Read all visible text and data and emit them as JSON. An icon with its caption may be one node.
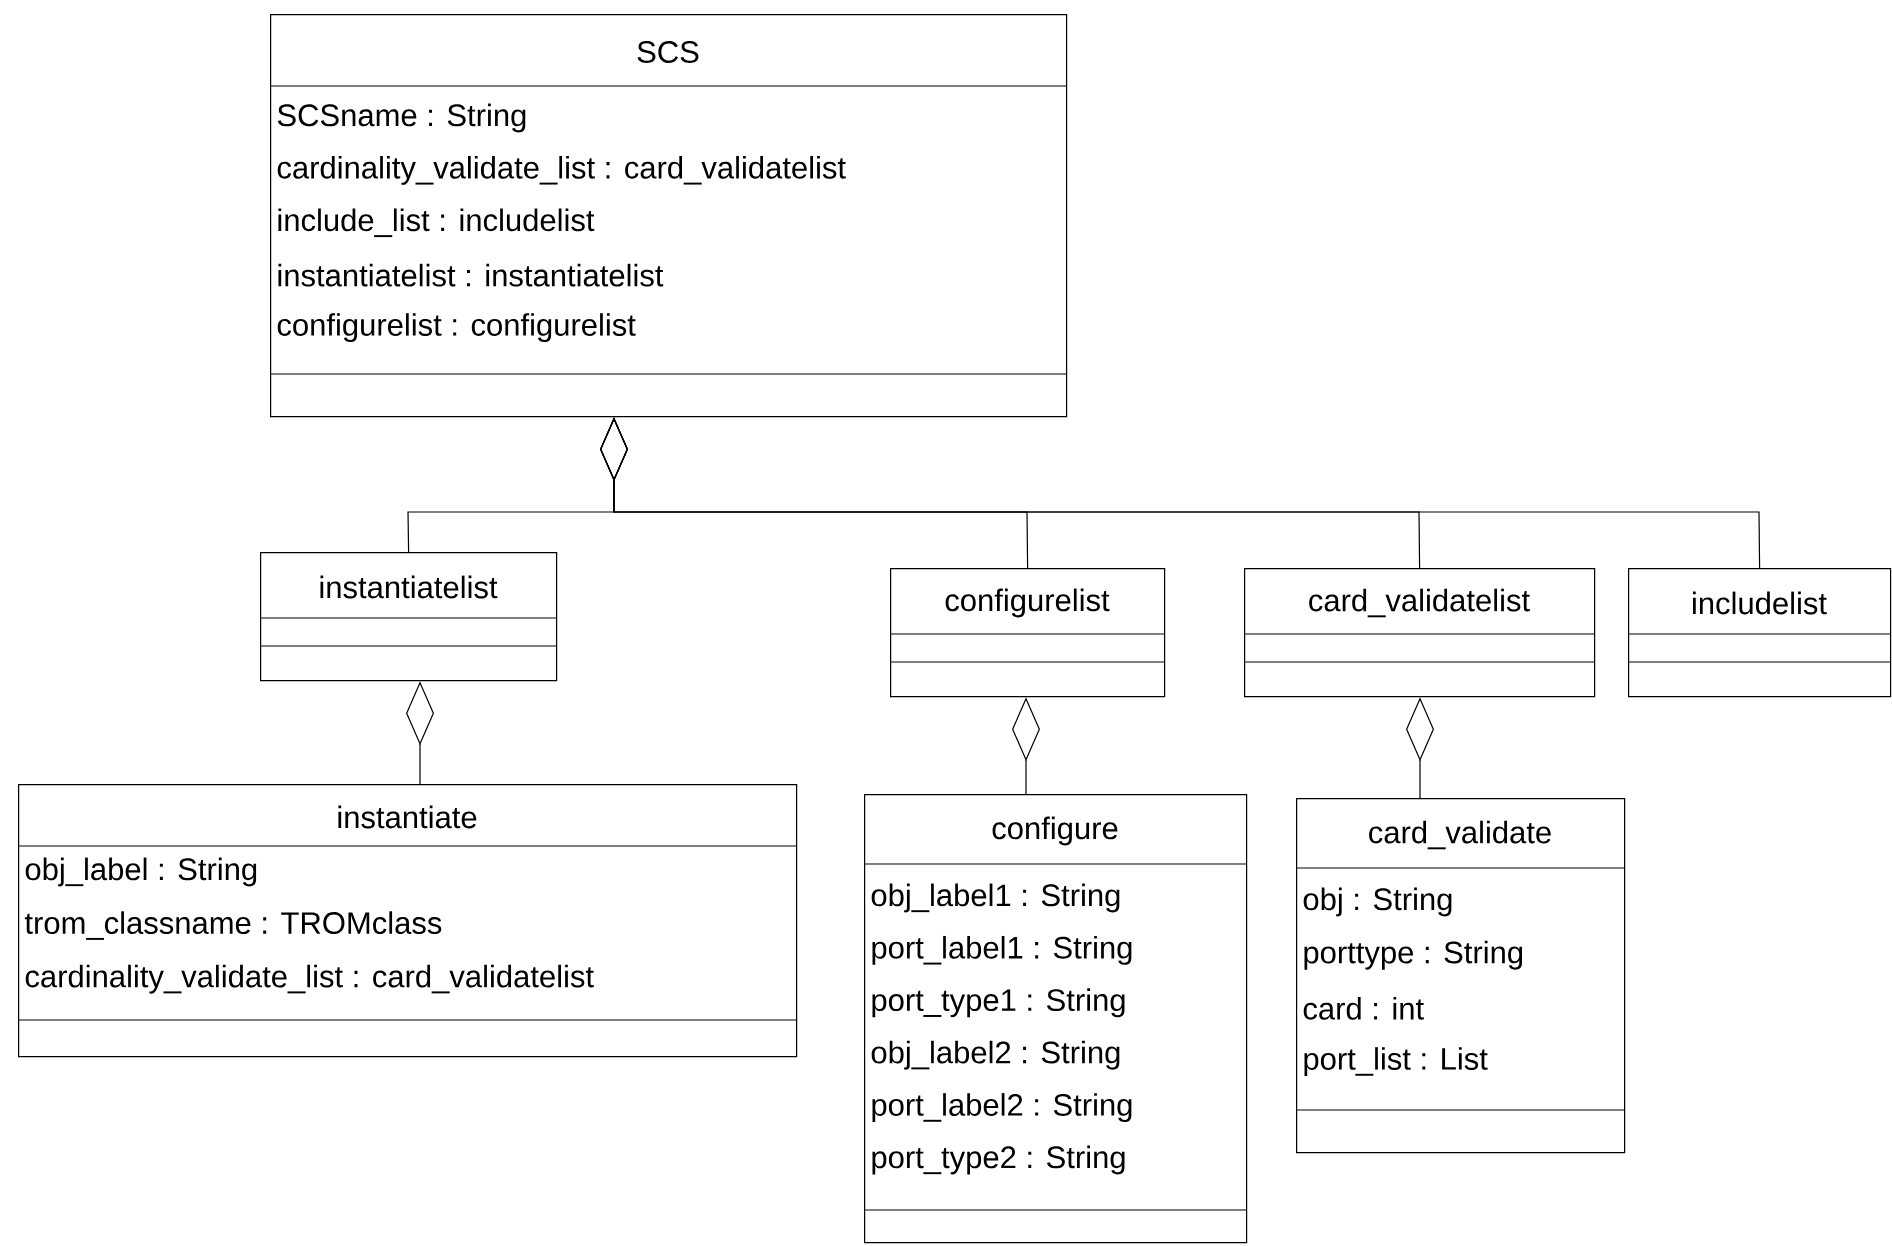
{
  "diagram": {
    "nodes": [
      {
        "text": [
          "SCS",
          "SCSname : String",
          "cardinality_validate_list : card_validatelist",
          "include_list : includelist",
          "instantiatelist : instantiatelist",
          "configurelist : configurelist"
        ]
      },
      {
        "text": [
          "instantiatelist"
        ]
      },
      {
        "text": [
          "configurelist"
        ]
      },
      {
        "text": [
          "card_validatelist"
        ]
      },
      {
        "text": [
          "includelist"
        ]
      },
      {
        "text": [
          "instantiate",
          "obj_label : String",
          "trom_classname : TROMclass",
          "cardinality_validate_list : card_validatelist"
        ]
      },
      {
        "text": [
          "configure",
          "obj_label1 : String",
          "port_label1 : String",
          "port_type1 : String",
          "obj_label2 : String",
          "port_label2 : String",
          "port_type2 : String"
        ]
      },
      {
        "text": [
          "card_validate",
          "obj : String",
          "porttype : String",
          "card : int",
          "port_list : List"
        ]
      }
    ],
    "edges": [
      {
        "from": 1,
        "to": 0,
        "arrow": "other"
      },
      {
        "from": 2,
        "to": 0,
        "arrow": "other"
      },
      {
        "from": 3,
        "to": 0,
        "arrow": "other"
      },
      {
        "from": 4,
        "to": 0,
        "arrow": "other"
      },
      {
        "from": 5,
        "to": 1,
        "arrow": "other"
      },
      {
        "from": 6,
        "to": 2,
        "arrow": "other"
      },
      {
        "from": 7,
        "to": 3,
        "arrow": "other"
      }
    ]
  }
}
